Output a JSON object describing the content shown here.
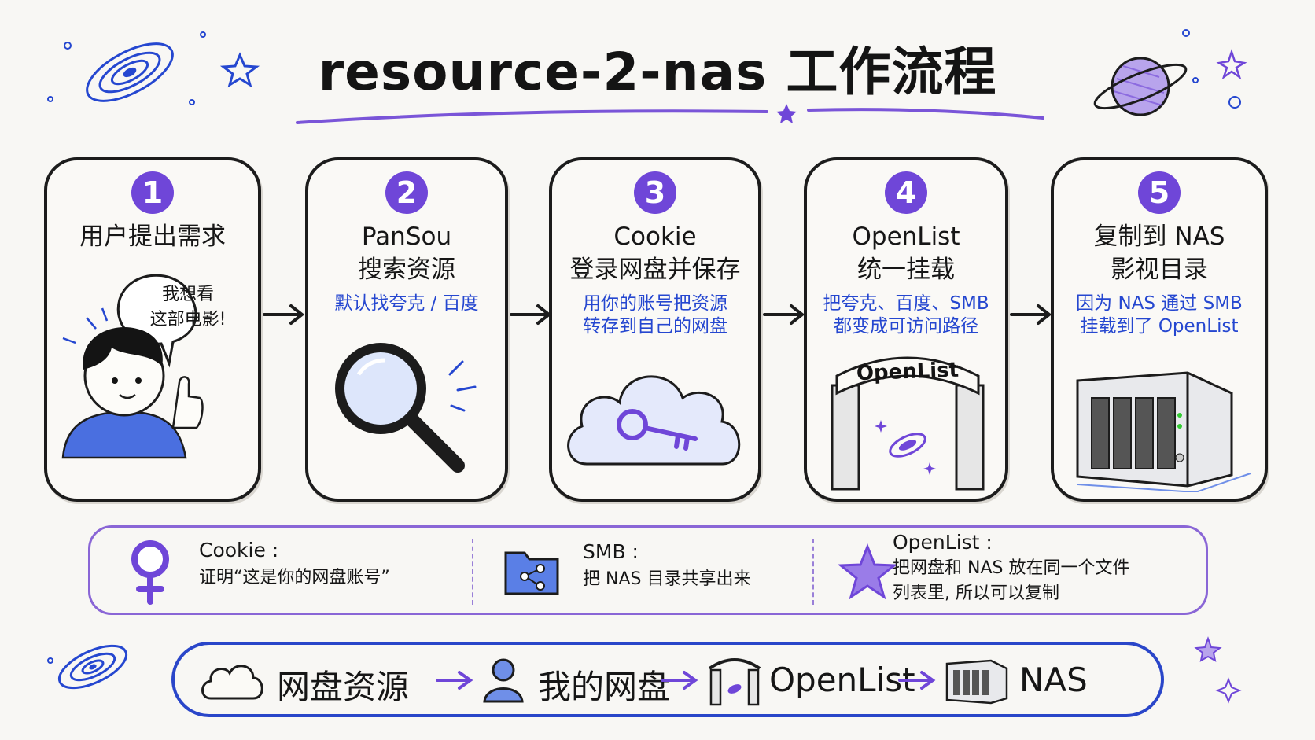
{
  "title": "resource-2-nas 工作流程",
  "steps": [
    {
      "number": "1",
      "title": "用户提出需求",
      "bubble": [
        "我想看",
        "这部电影!"
      ]
    },
    {
      "number": "2",
      "title": [
        "PanSou",
        "搜索资源"
      ],
      "desc": [
        "默认找夸克 / 百度"
      ]
    },
    {
      "number": "3",
      "title": [
        "Cookie",
        "登录网盘并保存"
      ],
      "desc": [
        "用你的账号把资源",
        "转存到自己的网盘"
      ]
    },
    {
      "number": "4",
      "title": [
        "OpenList",
        "统一挂载"
      ],
      "desc": [
        "把夸克、百度、SMB",
        "都变成可访问路径"
      ],
      "sign": "OpenList"
    },
    {
      "number": "5",
      "title": [
        "复制到 NAS",
        "影视目录"
      ],
      "desc": [
        "因为 NAS 通过 SMB",
        "挂载到了 OpenList"
      ]
    }
  ],
  "legend": [
    {
      "term": "Cookie :",
      "desc": [
        "证明“这是你的网盘账号”"
      ],
      "icon": "female-key-icon"
    },
    {
      "term": "SMB :",
      "desc": [
        "把 NAS 目录共享出来"
      ],
      "icon": "share-folder-icon"
    },
    {
      "term": "OpenList :",
      "desc": [
        "把网盘和 NAS 放在同一个文件",
        "列表里, 所以可以复制"
      ],
      "icon": "star-icon"
    }
  ],
  "flow": [
    "网盘资源",
    "我的网盘",
    "OpenList",
    "NAS"
  ],
  "colors": {
    "purple": "#6f46d8",
    "blue": "#2547d0",
    "ink": "#161616"
  }
}
